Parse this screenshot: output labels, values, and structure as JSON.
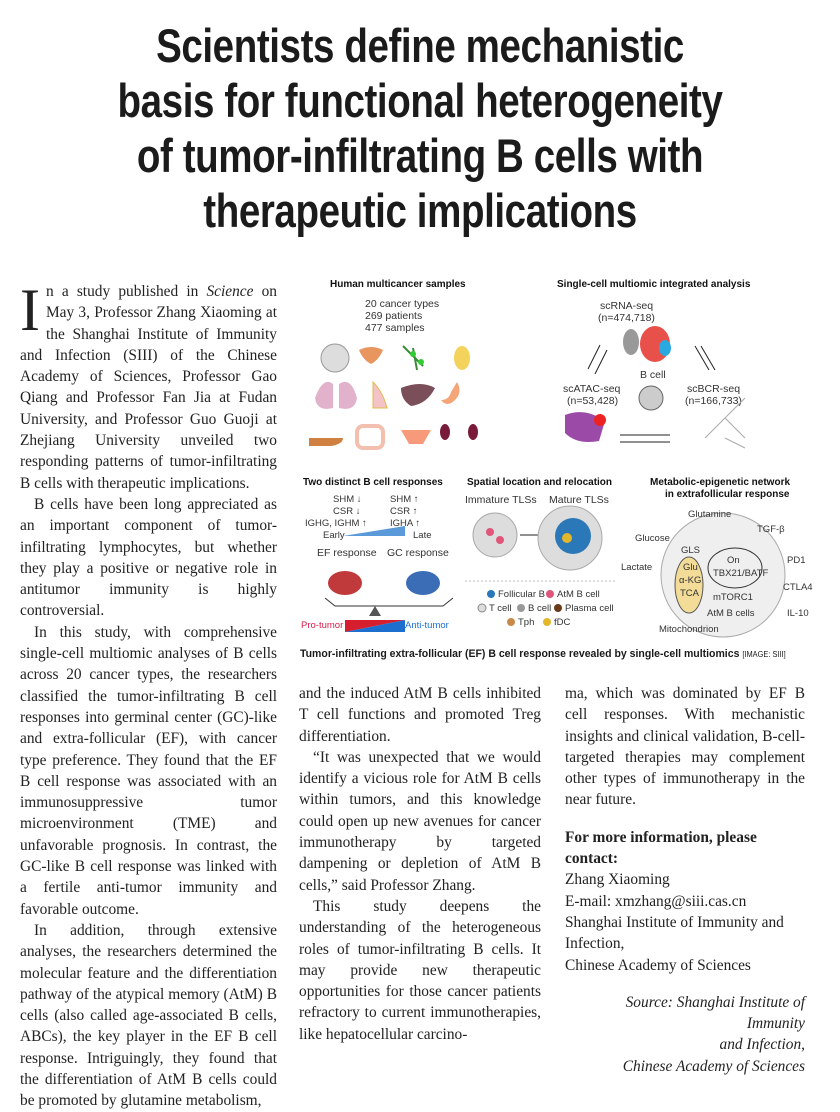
{
  "title": [
    "Scientists define mechanistic",
    "basis for functional heterogeneity",
    "of tumor-infiltrating B cells with",
    "therapeutic implications"
  ],
  "article": {
    "dropcap": "I",
    "p1_a": "n a study published in ",
    "p1_em": "Science",
    "p1_b": " on May 3, Professor Zhang Xiaoming at the Shanghai Institute of Immunity and Infection (SIII) of the Chinese Academy of Sciences, Professor Gao Qiang and Professor Fan Jia at Fudan University, and Professor Guo Guoji at Zhejiang University unveiled two responding patterns of tumor-infiltrating B cells with therapeutic implications.",
    "p2": "B cells have been long appreciated as an important component of tumor-infiltrating lymphocytes, but whether they play a positive or negative role in antitumor immunity is highly controversial.",
    "p3": "In this study, with comprehensive single-cell multiomic analyses of B cells across 20 cancer types, the researchers classified the tumor-infiltrating B cell responses into germinal center (GC)-like and extra-follicular (EF), with cancer type preference. They found that the EF B cell response was associated with an immunosuppressive tumor microenvironment (TME) and unfavorable prognosis. In contrast, the GC-like B cell response was linked with a fertile anti-tumor immunity and favorable outcome.",
    "p4": "In addition, through extensive analyses, the researchers determined the molecular feature and the differentiation pathway of the atypical memory (AtM) B cells (also called age-associated B cells, ABCs), the key player in the EF B cell response. Intriguingly, they found that the differentiation of AtM B cells could be promoted by glutamine metabolism,",
    "p5": "and the induced AtM B cells inhibited T cell functions and promoted Treg differentiation.",
    "p6": "“It was unexpected that we would identify a vicious role for AtM B cells within tumors, and this knowledge could open up new avenues for cancer immunotherapy by targeted dampening or depletion of AtM B cells,” said Professor Zhang.",
    "p7": "This study deepens the understanding of the heterogeneous roles of tumor-infiltrating B cells. It may provide new therapeutic opportunities for those cancer patients refractory to current immunotherapies, like hepatocellular carcino-",
    "p8": "ma, which was dominated by EF B cell responses. With mechanistic insights and clinical validation, B-cell-targeted therapies may complement other types of immunotherapy in the near future."
  },
  "contact": {
    "heading": "For more information, please contact:",
    "name": "Zhang Xiaoming",
    "email": "E-mail: xmzhang@siii.cas.cn",
    "org1": "Shanghai Institute of Immunity and Infection,",
    "org2": "Chinese Academy of Sciences"
  },
  "source": {
    "line1": "Source: Shanghai Institute of Immunity",
    "line2": "and Infection,",
    "line3": "Chinese Academy of Sciences"
  },
  "figure": {
    "p1_title": "Human multicancer samples",
    "p1_stats": [
      "20 cancer types",
      "269 patients",
      "477 samples"
    ],
    "p2_title": "Single-cell multiomic integrated analysis",
    "scrna": "scRNA-seq",
    "scrna_n": "(n=474,718)",
    "scatac": "scATAC-seq",
    "scatac_n": "(n=53,428)",
    "scbcr": "scBCR-seq",
    "scbcr_n": "(n=166,733)",
    "bcell": "B cell",
    "p3_title": "Two distinct B cell responses",
    "ef_marks": [
      "SHM ↓",
      "CSR ↓",
      "IGHG, IGHM ↑"
    ],
    "gc_marks": [
      "SHM ↑",
      "CSR ↑",
      "IGHA ↑"
    ],
    "early": "Early",
    "late": "Late",
    "ef": "EF response",
    "gc": "GC response",
    "pro": "Pro-tumor",
    "anti": "Anti-tumor",
    "p4_title": "Spatial location and relocation",
    "immature": "Immature TLSs",
    "mature": "Mature TLSs",
    "legend": [
      "Follicular B",
      "AtM B cell",
      "T cell",
      "B cell",
      "Plasma cell",
      "Tph",
      "fDC"
    ],
    "p5_title1": "Metabolic-epigenetic network",
    "p5_title2": "in extrafollicular response",
    "glutamine": "Glutamine",
    "glucose": "Glucose",
    "gls": "GLS",
    "tgf": "TGF-β",
    "lactate": "Lactate",
    "glu": "Glu",
    "akg": "α-KG",
    "tca": "TCA",
    "on": "On",
    "tbx": "TBX21/BATF",
    "pd1": "PD1",
    "mtorc": "mTORC1",
    "ctla4": "CTLA4",
    "atm": "AtM B cells",
    "il10": "IL-10",
    "mito": "Mitochondrion",
    "caption": "Tumor-infiltrating extra-follicular (EF) B cell response revealed by single-cell multiomics",
    "credit": "[IMAGE: SIII]"
  }
}
